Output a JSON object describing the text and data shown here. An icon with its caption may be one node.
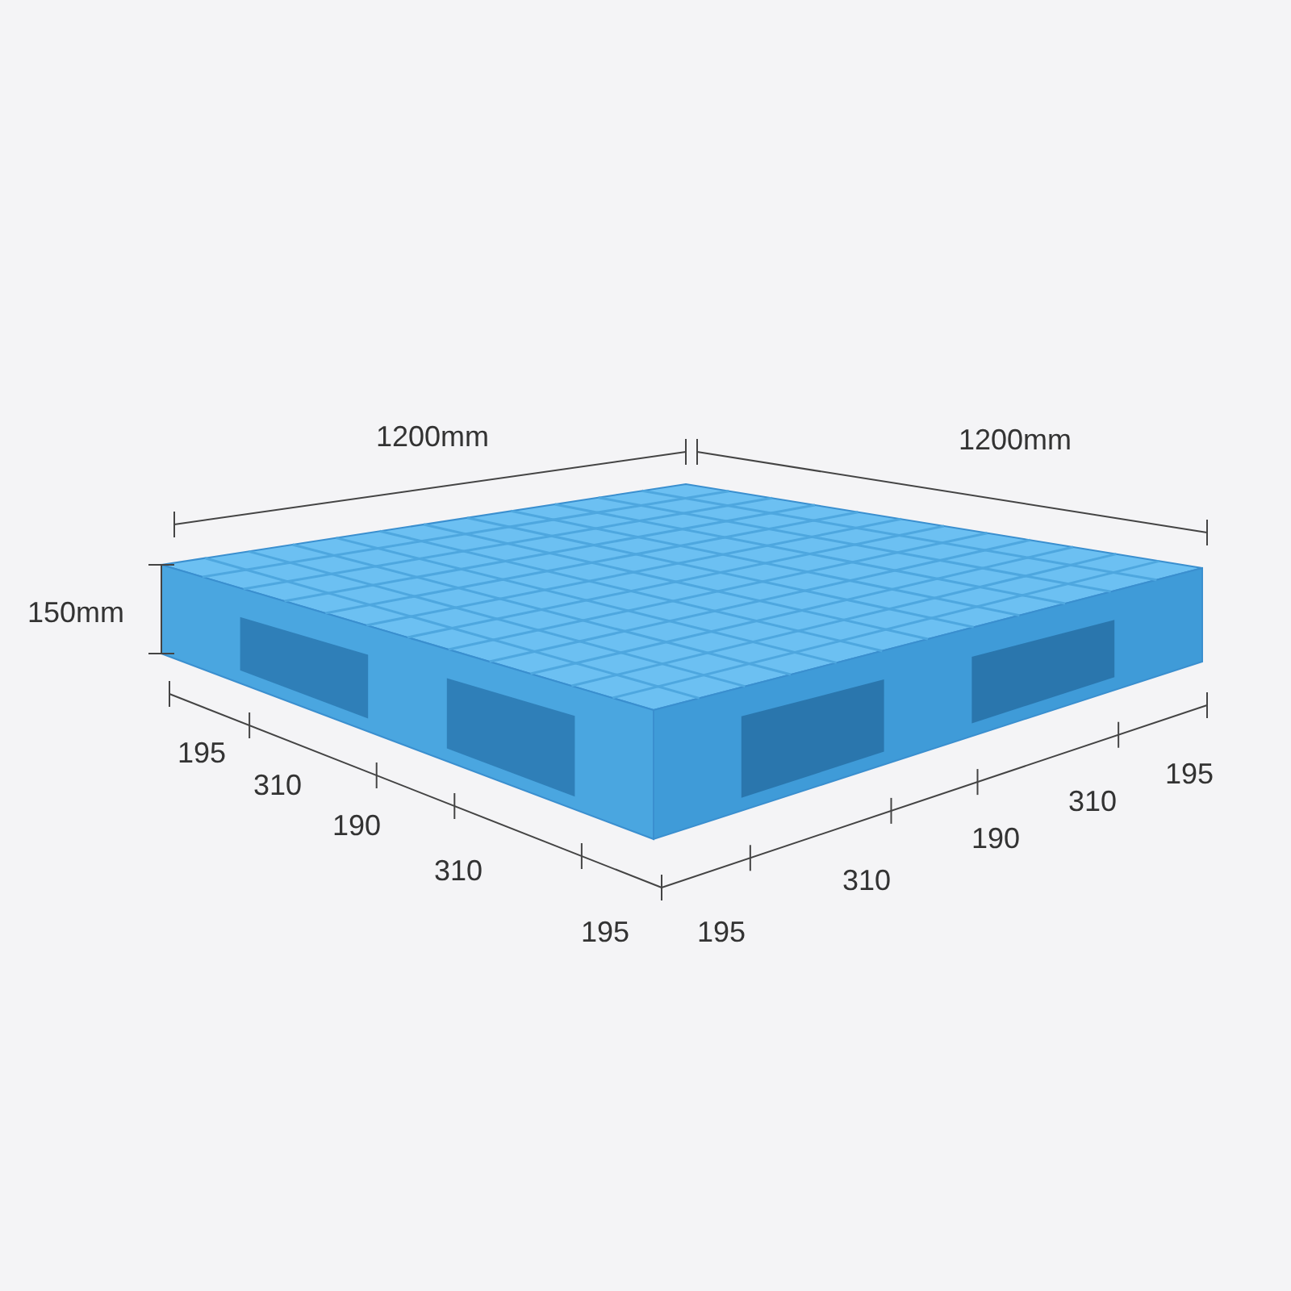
{
  "diagram": {
    "labels": [
      "1200mm",
      "1200mm",
      "150mm",
      "195",
      "310",
      "190",
      "310",
      "195",
      "195",
      "310",
      "190",
      "310",
      "195"
    ]
  }
}
